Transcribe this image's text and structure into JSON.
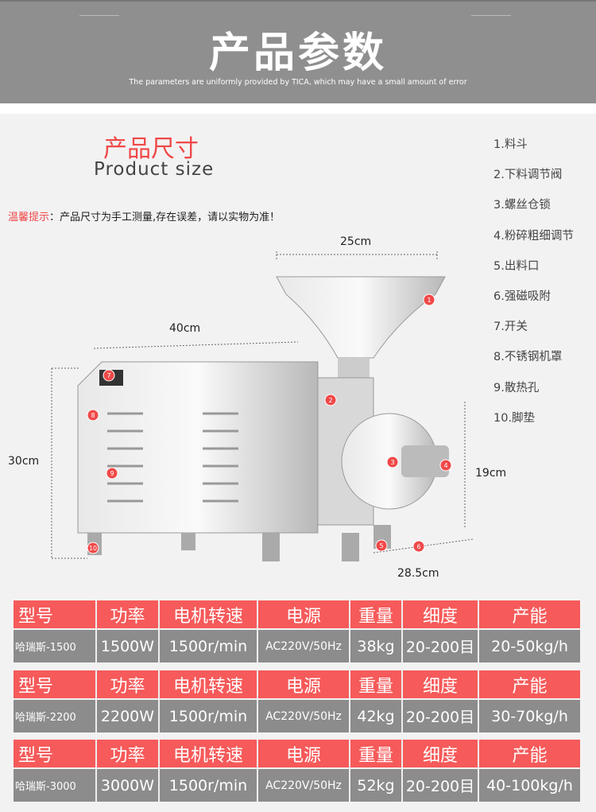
{
  "header": {
    "title": "产品参数",
    "subtitle": "The parameters are uniformly provided by TICA, which may have a small amount of error"
  },
  "size": {
    "title_cn": "产品尺寸",
    "title_en": "Product size",
    "tip_label": "温馨提示",
    "tip_text": "：产品尺寸为手工测量,存在误差，请以实物为准！"
  },
  "parts": [
    "1.料斗",
    "2.下料调节阀",
    "3.螺丝仓锁",
    "4.粉碎粗细调节",
    "5.出料口",
    "6.强磁吸附",
    "7.开关",
    "8.不锈钢机罩",
    "9.散热孔",
    "10.脚垫"
  ],
  "dimensions": {
    "hopper": "25cm",
    "length": "40cm",
    "height": "30cm",
    "depth": "19cm",
    "base": "28.5cm"
  },
  "markers": [
    "1",
    "2",
    "3",
    "4",
    "5",
    "6",
    "7",
    "8",
    "9",
    "10"
  ],
  "table_headers": [
    "型号",
    "功率",
    "电机转速",
    "电源",
    "重量",
    "细度",
    "产能"
  ],
  "models": [
    [
      "哈瑞斯-1500",
      "1500W",
      "1500r/min",
      "AC220V/50Hz",
      "38kg",
      "20-200目",
      "20-50kg/h"
    ],
    [
      "哈瑞斯-2200",
      "2200W",
      "1500r/min",
      "AC220V/50Hz",
      "42kg",
      "20-200目",
      "30-70kg/h"
    ],
    [
      "哈瑞斯-3000",
      "3000W",
      "1500r/min",
      "AC220V/50Hz",
      "52kg",
      "20-200目",
      "40-100kg/h"
    ]
  ],
  "colors": {
    "accent": "#f65a5a",
    "banner": "#8f8f8f",
    "cell": "#8c8c8c"
  }
}
